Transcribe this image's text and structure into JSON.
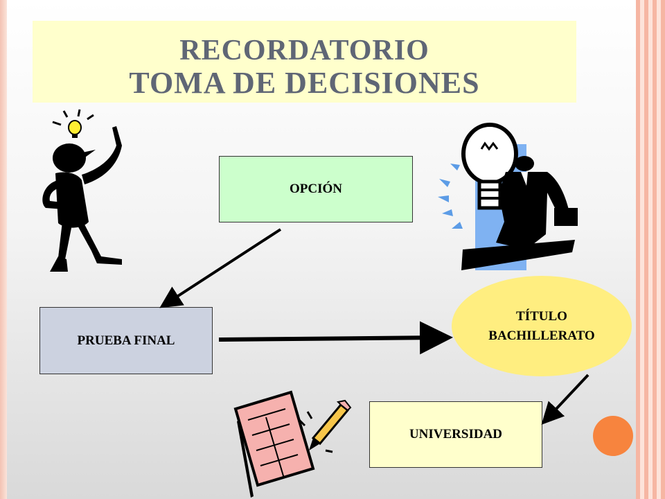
{
  "title": {
    "line1": "RECORDATORIO",
    "line2": "TOMA DE DECISIONES"
  },
  "nodes": {
    "opcion": "OPCIÓN",
    "prueba_final": "PRUEBA FINAL",
    "titulo_line1": "TÍTULO",
    "titulo_line2": "BACHILLERATO",
    "universidad": "UNIVERSIDAD"
  },
  "colors": {
    "title_bg": "#ffffcc",
    "title_text": "#5f6675",
    "opcion_fill": "#ccffcc",
    "prueba_fill": "#ccd2e0",
    "titulo_fill": "#ffee80",
    "universidad_fill": "#ffffcc",
    "accent_dot": "#f7843e"
  },
  "clipart": [
    "thinking-person-icon",
    "businessman-lightbulb-icon",
    "notepad-pencil-icon"
  ]
}
